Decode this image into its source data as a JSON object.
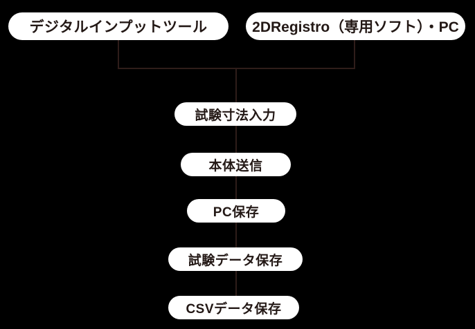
{
  "diagram": {
    "type": "flowchart",
    "orientation": "top-down",
    "background_color": "#000000",
    "node_fill_color": "#ffffff",
    "node_text_color": "#231815",
    "connector_color": "#2f1d1a",
    "sources": [
      {
        "id": "tool",
        "label": "デジタルインプットツール"
      },
      {
        "id": "pc",
        "label": "2DRegistro（専用ソフト）・PC"
      }
    ],
    "steps": [
      {
        "id": "step-1",
        "label": "試験寸法入力"
      },
      {
        "id": "step-2",
        "label": "本体送信"
      },
      {
        "id": "step-3",
        "label": "PC保存"
      },
      {
        "id": "step-4",
        "label": "試験データ保存"
      },
      {
        "id": "step-5",
        "label": "CSVデータ保存"
      }
    ]
  }
}
